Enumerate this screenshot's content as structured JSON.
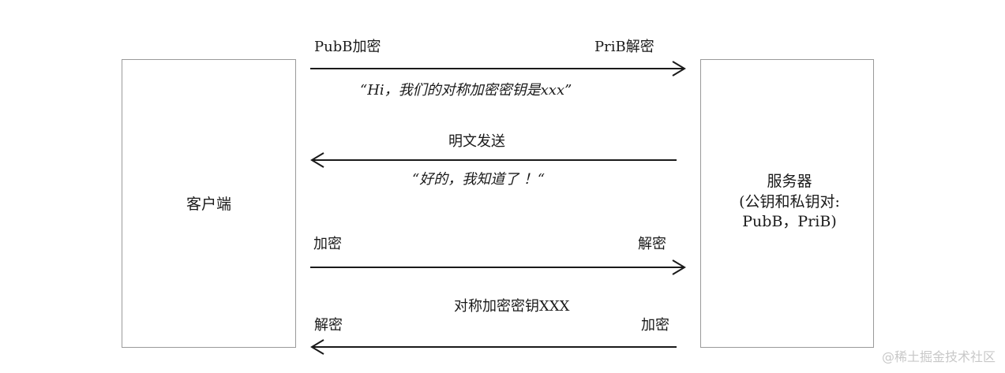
{
  "client": {
    "label": "客户端"
  },
  "server": {
    "label": "服务器\n(公钥和私钥对:\nPubB，PriB)"
  },
  "exchanges": [
    {
      "left_label": "PubB加密",
      "right_label": "PriB解密",
      "message": "“Hi，我们的对称加密密钥是xxx”",
      "direction": "to-server"
    },
    {
      "top_label": "明文发送",
      "message": "“好的，我知道了 ！“",
      "direction": "to-client"
    },
    {
      "left_label": "加密",
      "right_label": "解密",
      "direction": "to-server"
    },
    {
      "top_label": "对称加密密钥XXX",
      "left_label": "解密",
      "right_label": "加密",
      "direction": "to-client"
    }
  ],
  "watermark": "@稀土掘金技术社区"
}
